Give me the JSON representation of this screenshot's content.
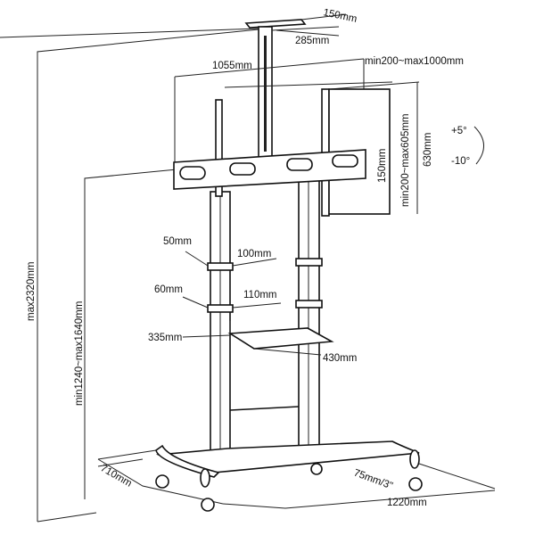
{
  "title": "Mobile TV stand dimension drawing",
  "labels": {
    "ceiling_plate_depth": "150mm",
    "ceiling_plate_width": "285mm",
    "bracket_width": "1055mm",
    "vesa_horizontal": "min200~max1000mm",
    "vesa_vertical": "min200~max605mm",
    "arm_height": "630mm",
    "bracket_height": "150mm",
    "tilt_up": "+5°",
    "tilt_down": "-10°",
    "max_height": "max2320mm",
    "mount_height_range": "min1240~max1640mm",
    "clamp_upper_depth": "50mm",
    "clamp_upper_width": "100mm",
    "clamp_lower_depth": "60mm",
    "clamp_lower_width": "110mm",
    "shelf_depth": "335mm",
    "shelf_width": "430mm",
    "base_depth": "710mm",
    "caster_size": "75mm/3\"",
    "base_width": "1220mm"
  }
}
